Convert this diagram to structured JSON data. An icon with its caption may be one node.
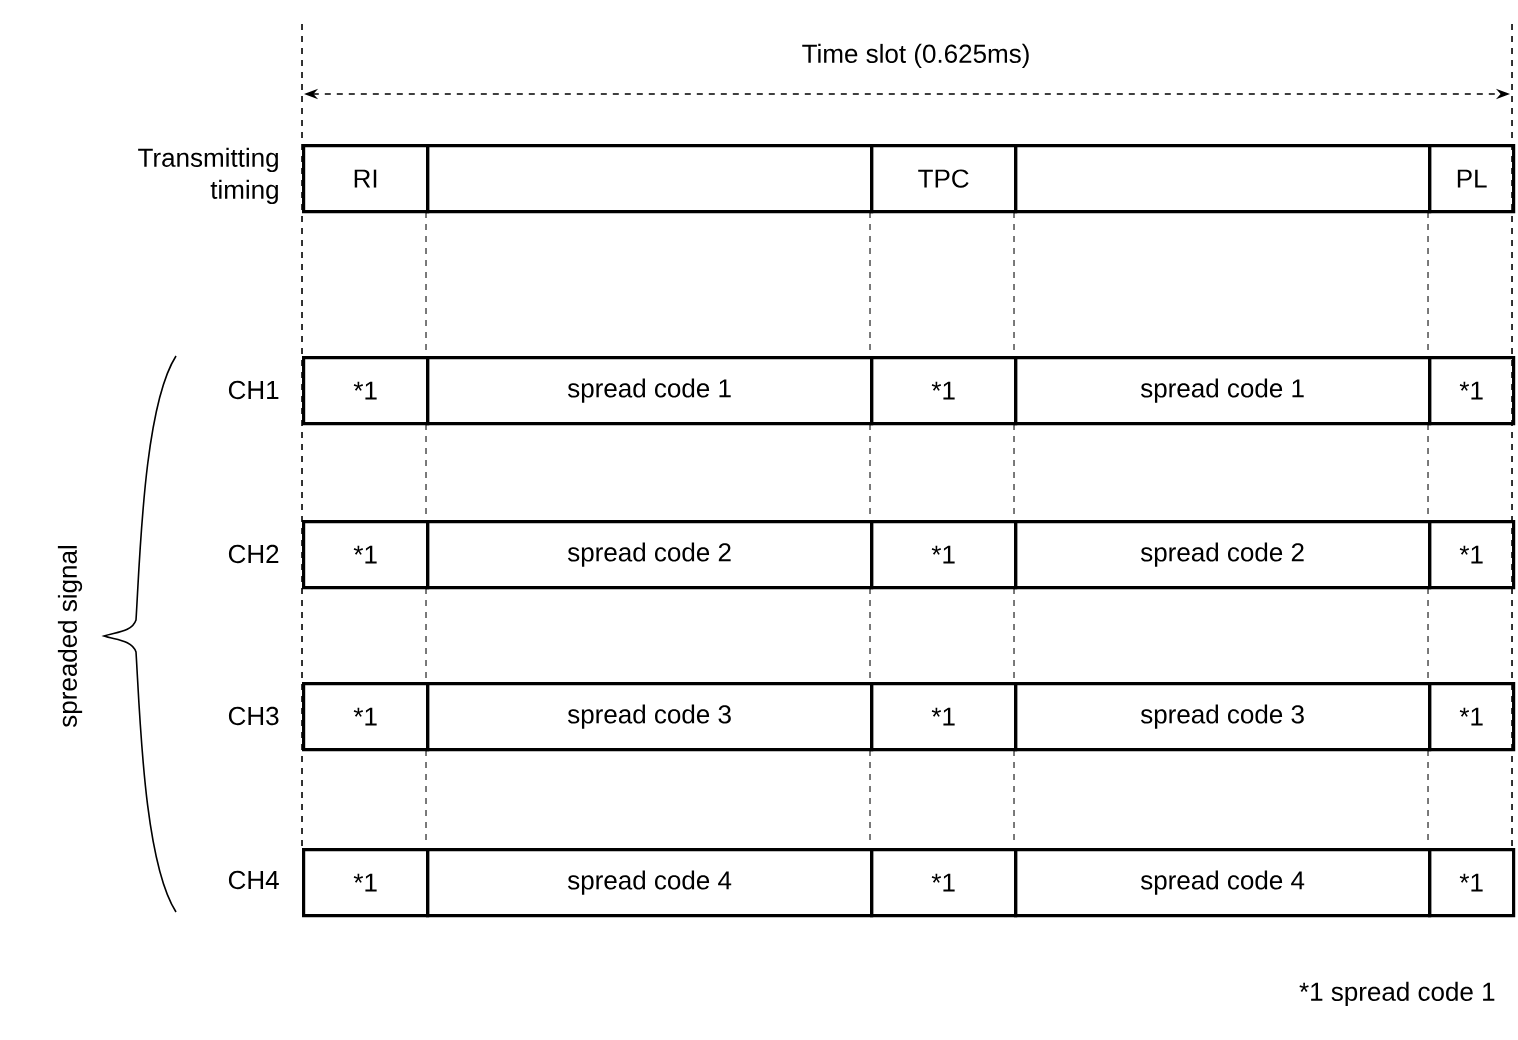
{
  "diagram": {
    "nodes": [
      {
        "text": [
          "RI"
        ]
      },
      {
        "text": [],
        "shape": "box"
      },
      {
        "text": [
          "TPC"
        ]
      },
      {
        "text": [],
        "shape": "box"
      },
      {
        "text": [
          "PL"
        ]
      },
      {
        "text": [
          "*1"
        ]
      },
      {
        "text": [
          "spread code 1"
        ]
      },
      {
        "text": [
          "*1"
        ]
      },
      {
        "text": [
          "spread code 1"
        ]
      },
      {
        "text": [
          "*1"
        ]
      },
      {
        "text": [
          "*1"
        ]
      },
      {
        "text": [
          "spread code 2"
        ]
      },
      {
        "text": [
          "*1"
        ]
      },
      {
        "text": [
          "spread code 2"
        ]
      },
      {
        "text": [
          "*1"
        ]
      },
      {
        "text": [
          "*1"
        ]
      },
      {
        "text": [
          "spread code 3"
        ]
      },
      {
        "text": [
          "*1"
        ]
      },
      {
        "text": [
          "spread code 3"
        ]
      },
      {
        "text": [
          "*1"
        ]
      },
      {
        "text": [
          "*1"
        ]
      },
      {
        "text": [
          "spread code 4"
        ]
      },
      {
        "text": [
          "*1"
        ]
      },
      {
        "text": [
          "spread code 4"
        ]
      },
      {
        "text": [
          "*1"
        ]
      }
    ],
    "labels": [
      "Time slot (0.625ms)",
      "Transmitting timing",
      "spreaded signal",
      "CH1",
      "CH2",
      "CH3",
      "CH4",
      "*1 spread code 1"
    ]
  }
}
